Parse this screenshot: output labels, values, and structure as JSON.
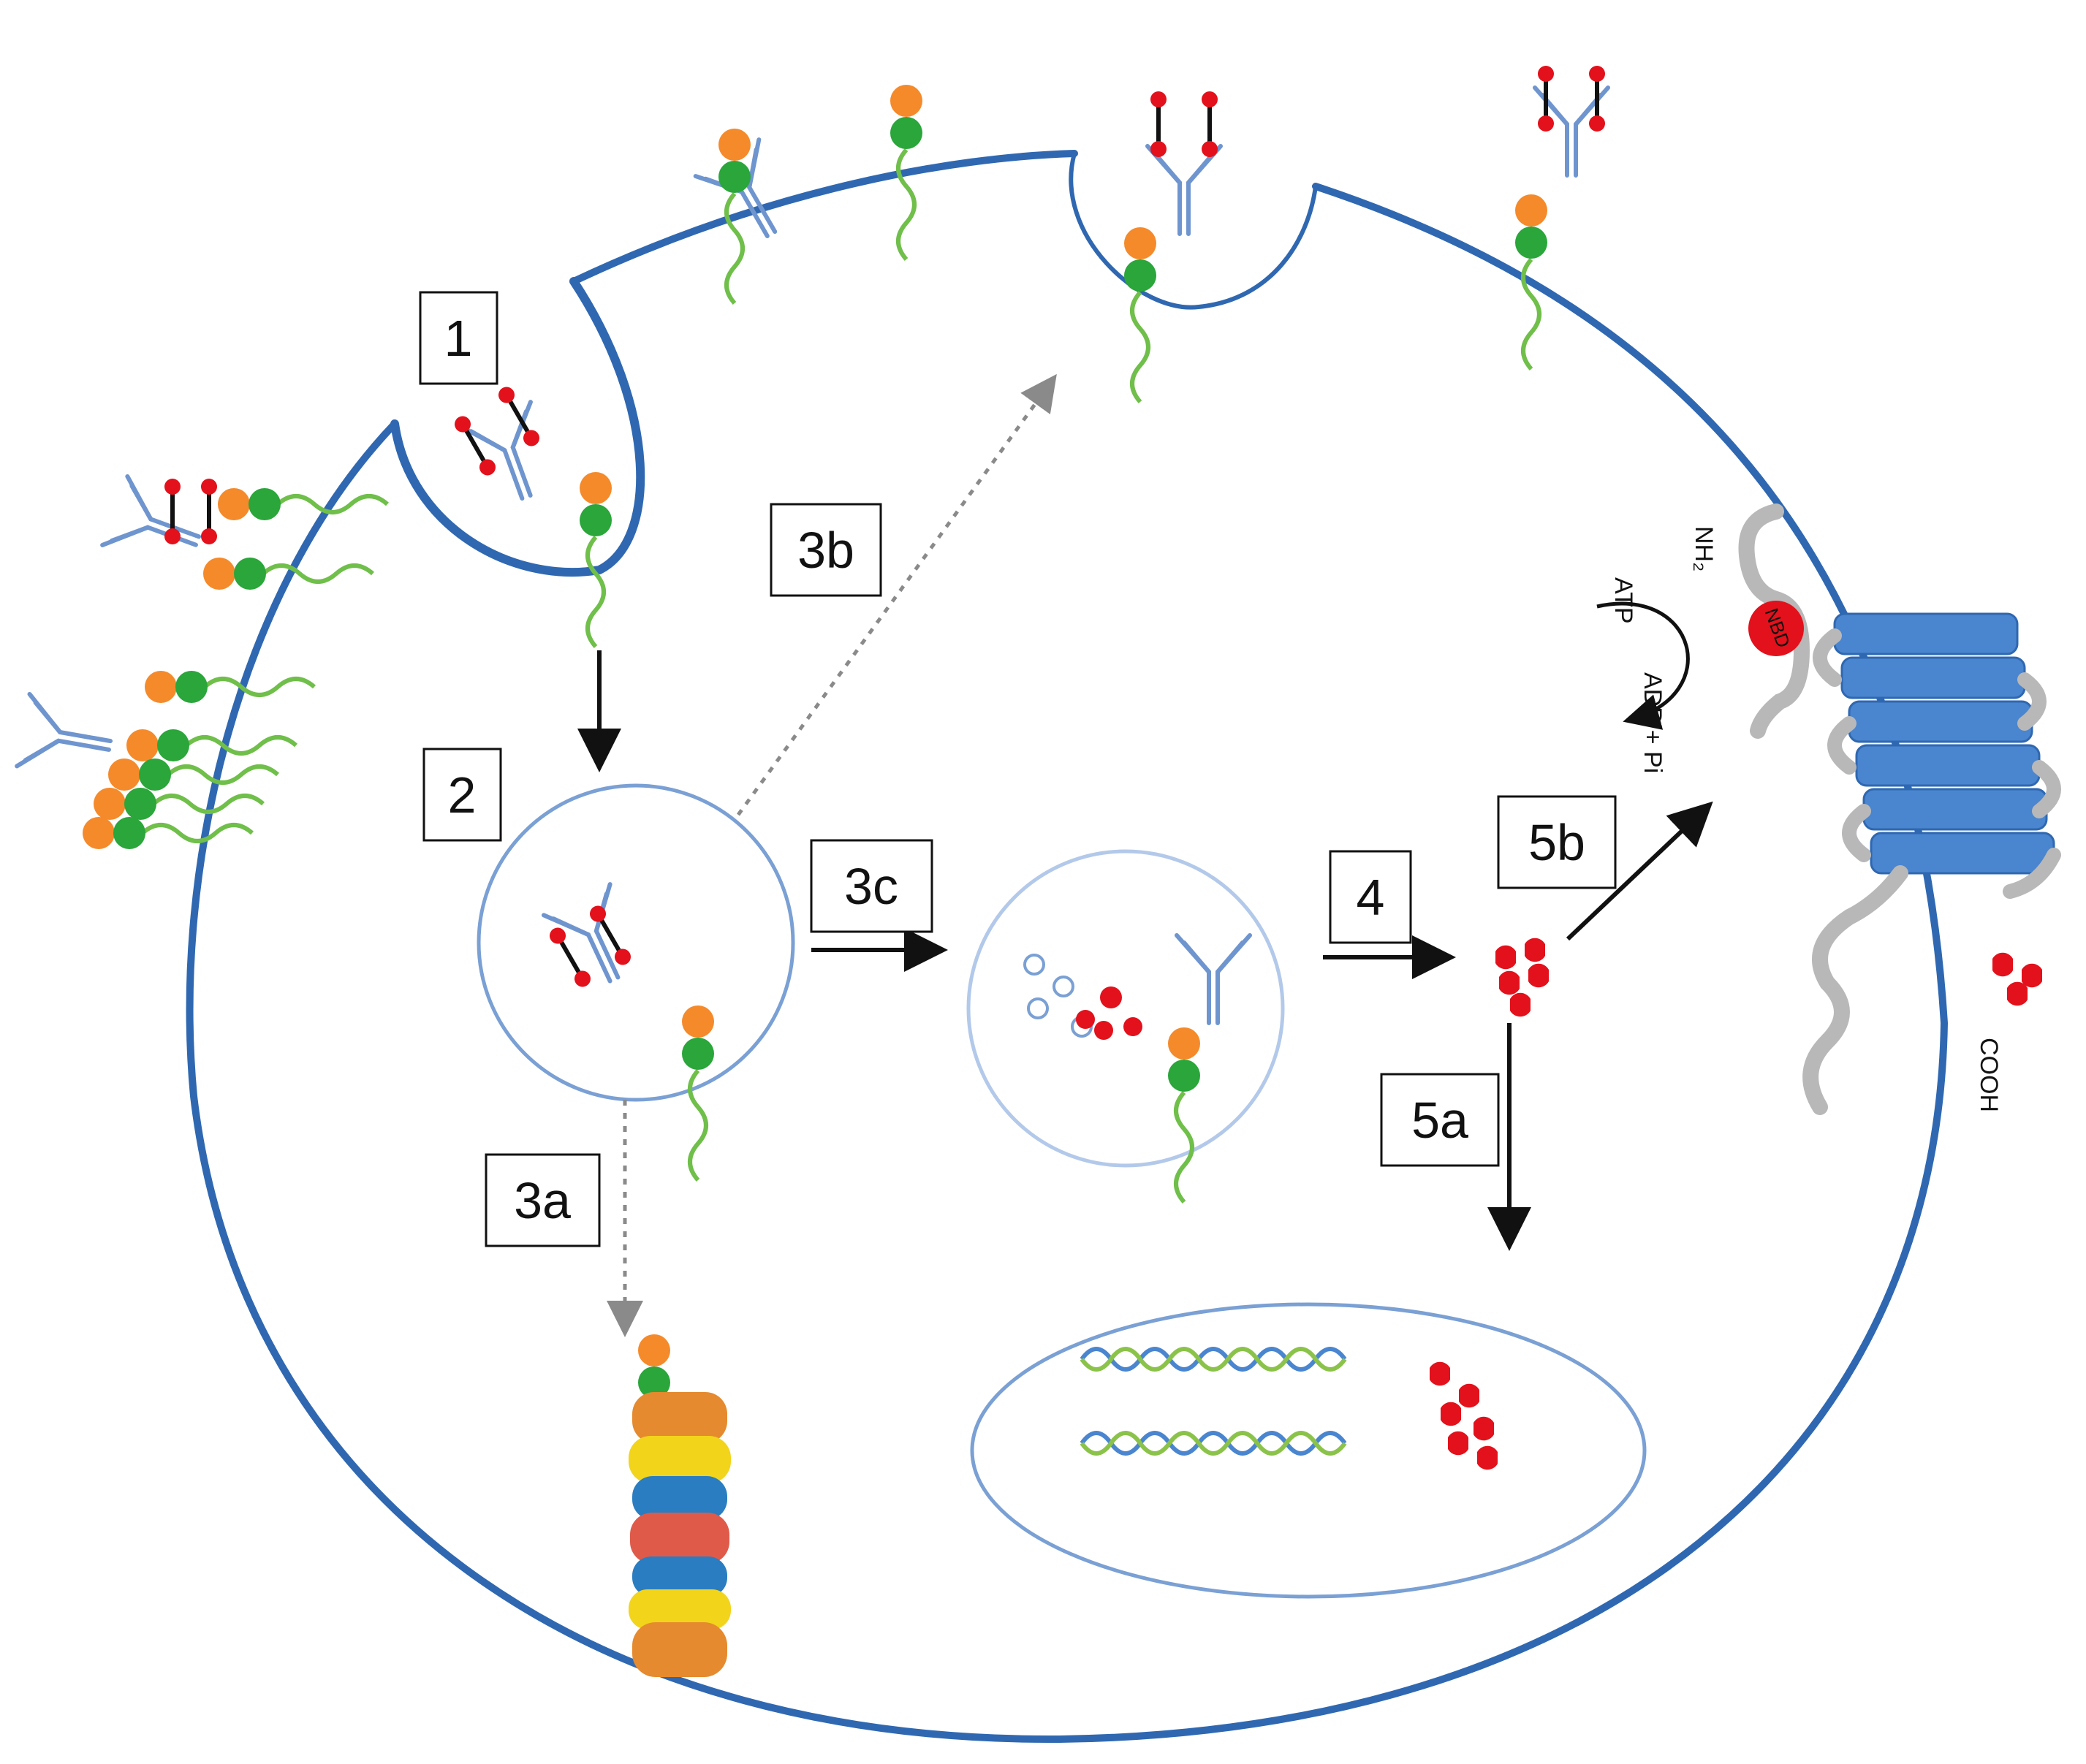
{
  "steps": {
    "s1": "1",
    "s2": "2",
    "s3a": "3a",
    "s3b": "3b",
    "s3c": "3c",
    "s4": "4",
    "s5a": "5a",
    "s5b": "5b"
  },
  "labels": {
    "nh2": "NH₂",
    "cooh": "COOH",
    "atp": "ATP",
    "adp": "ADP + Pi",
    "nbd": "NBD"
  },
  "colors": {
    "membrane": "#2f68b1",
    "vesicle": "#7aa0d4",
    "antibody": "#6f95cf",
    "payload": "#e3111b",
    "linker_orange": "#f58a2b",
    "linker_green": "#2aa63a",
    "tail_green": "#6fbf4a",
    "pgp_blue": "#4a85cf",
    "pgp_loop": "#b8b8b8"
  }
}
